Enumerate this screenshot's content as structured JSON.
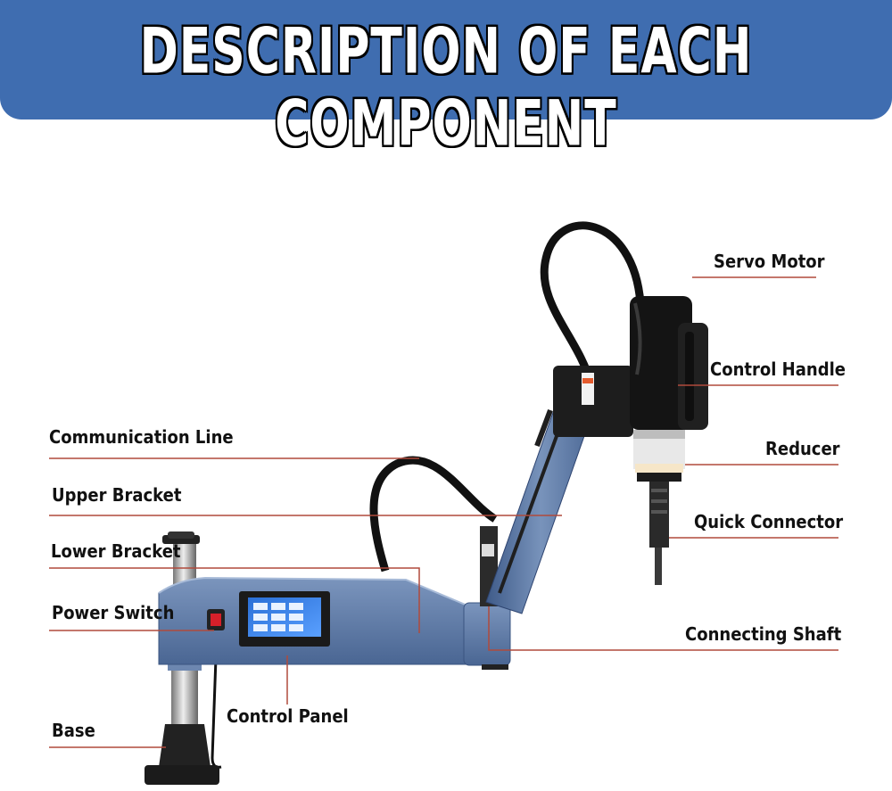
{
  "header": {
    "title": "DESCRIPTION OF EACH COMPONENT"
  },
  "labels": {
    "servo_motor": "Servo Motor",
    "control_handle": "Control Handle",
    "reducer": "Reducer",
    "quick_connector": "Quick Connector",
    "connecting_shaft": "Connecting Shaft",
    "communication_line": "Communication Line",
    "upper_bracket": "Upper Bracket",
    "lower_bracket": "Lower Bracket",
    "power_switch": "Power Switch",
    "control_panel": "Control Panel",
    "base": "Base"
  },
  "colors": {
    "banner": "#3f6db0",
    "machine_body": "#5b79a6",
    "leader_line": "#b04a3c"
  }
}
